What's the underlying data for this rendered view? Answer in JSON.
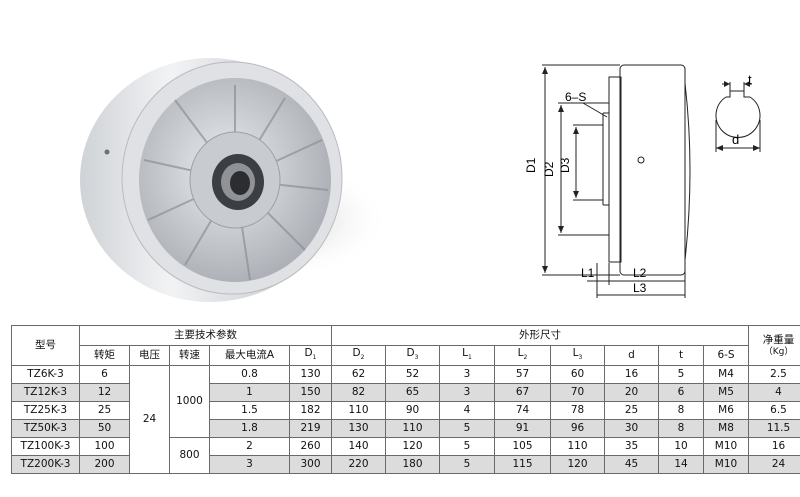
{
  "drawing": {
    "label_6s": "6–S",
    "label_d1": "D1",
    "label_d2": "D2",
    "label_d3": "D3",
    "label_l1": "L1",
    "label_l2": "L2",
    "label_l3": "L3",
    "label_t": "t",
    "label_d": "d"
  },
  "table": {
    "head": {
      "model": "型号",
      "main_params": "主要技术参数",
      "dimensions": "外形尺寸",
      "weight": "净重量",
      "weight_unit": "（Kg）",
      "torque": "转矩",
      "voltage": "电压",
      "speed": "转速",
      "max_current": "最大电流A",
      "d1": "D",
      "d1_sub": "1",
      "d2": "D",
      "d2_sub": "2",
      "d3": "D",
      "d3_sub": "3",
      "l1": "L",
      "l1_sub": "1",
      "l2": "L",
      "l2_sub": "2",
      "l3": "L",
      "l3_sub": "3",
      "d": "d",
      "t": "t",
      "s": "6-S"
    },
    "merged": {
      "voltage": "24",
      "speed_a": "1000",
      "speed_b": "800"
    },
    "rows": [
      {
        "model": "TZ6K-3",
        "torque": "6",
        "current": "0.8",
        "D1": "130",
        "D2": "62",
        "D3": "52",
        "L1": "3",
        "L2": "57",
        "L3": "60",
        "d": "16",
        "t": "5",
        "s": "M4",
        "weight": "2.5"
      },
      {
        "model": "TZ12K-3",
        "torque": "12",
        "current": "1",
        "D1": "150",
        "D2": "82",
        "D3": "65",
        "L1": "3",
        "L2": "67",
        "L3": "70",
        "d": "20",
        "t": "6",
        "s": "M5",
        "weight": "4"
      },
      {
        "model": "TZ25K-3",
        "torque": "25",
        "current": "1.5",
        "D1": "182",
        "D2": "110",
        "D3": "90",
        "L1": "4",
        "L2": "74",
        "L3": "78",
        "d": "25",
        "t": "8",
        "s": "M6",
        "weight": "6.5"
      },
      {
        "model": "TZ50K-3",
        "torque": "50",
        "current": "1.8",
        "D1": "219",
        "D2": "130",
        "D3": "110",
        "L1": "5",
        "L2": "91",
        "L3": "96",
        "d": "30",
        "t": "8",
        "s": "M8",
        "weight": "11.5"
      },
      {
        "model": "TZ100K-3",
        "torque": "100",
        "current": "2",
        "D1": "260",
        "D2": "140",
        "D3": "120",
        "L1": "5",
        "L2": "105",
        "L3": "110",
        "d": "35",
        "t": "10",
        "s": "M10",
        "weight": "16"
      },
      {
        "model": "TZ200K-3",
        "torque": "200",
        "current": "3",
        "D1": "300",
        "D2": "220",
        "D3": "180",
        "L1": "5",
        "L2": "115",
        "L3": "120",
        "d": "45",
        "t": "14",
        "s": "M10",
        "weight": "24"
      }
    ]
  }
}
